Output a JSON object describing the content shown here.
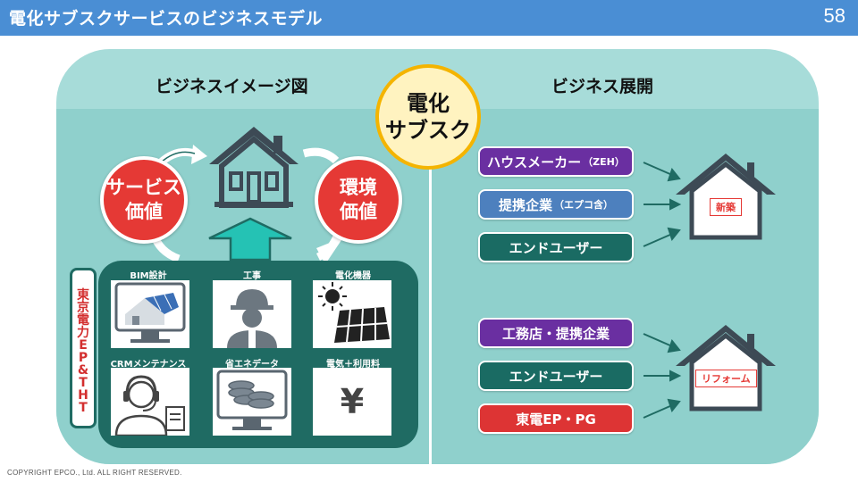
{
  "header": {
    "title": "電化サブスクサービスのビジネスモデル",
    "page_number": "58"
  },
  "left": {
    "section_title": "ビジネスイメージ図",
    "value_service": [
      "サービス",
      "価値"
    ],
    "value_env": [
      "環境",
      "価値"
    ],
    "provider_label": [
      "東",
      "京",
      "電",
      "力",
      "E",
      "P",
      "&",
      "T",
      "H",
      "T"
    ],
    "services": [
      {
        "label": "BIM設計",
        "icon": "solar-house-monitor-icon"
      },
      {
        "label": "工事",
        "icon": "worker-helmet-icon"
      },
      {
        "label": "電化機器",
        "icon": "solar-panel-icon"
      },
      {
        "label": "CRMメンテナンス",
        "icon": "support-operator-icon"
      },
      {
        "label": "省エネデータ",
        "icon": "coins-monitor-icon"
      },
      {
        "label": "電気＋利用料",
        "icon": "yen-icon"
      }
    ],
    "yen_symbol": "¥"
  },
  "center_badge": [
    "電化",
    "サブスク"
  ],
  "right": {
    "section_title": "ビジネス展開",
    "new_build": {
      "tag": "新築",
      "items": [
        {
          "label": "ハウスメーカー",
          "sub": "（ZEH）",
          "color": "#6a2fa1"
        },
        {
          "label": "提携企業",
          "sub": "（エプコ含）",
          "color": "#4d80be"
        },
        {
          "label": "エンドユーザー",
          "sub": "",
          "color": "#1a6b63"
        }
      ]
    },
    "reform": {
      "tag": "リフォーム",
      "items": [
        {
          "label": "工務店・提携企業",
          "sub": "",
          "color": "#6a2fa1"
        },
        {
          "label": "エンドユーザー",
          "sub": "",
          "color": "#1a6b63"
        },
        {
          "label": "東電EP・PG",
          "sub": "",
          "color": "#dd3434"
        }
      ]
    }
  },
  "footer": "COPYRIGHT EPCO., Ltd. ALL RIGHT RESERVED."
}
